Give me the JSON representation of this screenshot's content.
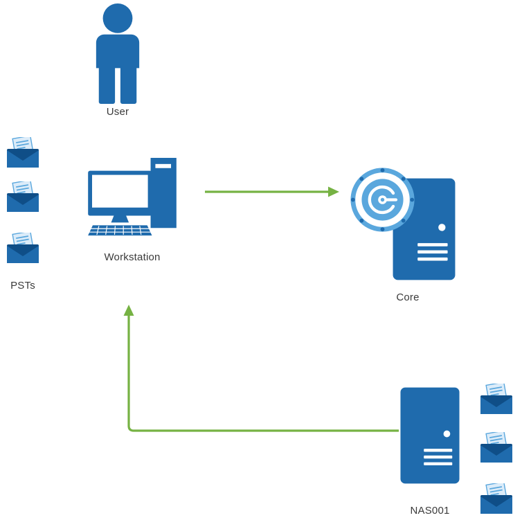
{
  "diagram": {
    "colors": {
      "primary_blue": "#1f6bad",
      "dark_blue": "#0f4e87",
      "light_blue": "#5aa7dd",
      "pale_blue": "#dcecf9",
      "arrow_green": "#76b243"
    },
    "nodes": {
      "user": {
        "label": "User",
        "icon": "person-icon"
      },
      "psts": {
        "label": "PSTs",
        "icon": "open-envelope-icon",
        "envelope_count": 3
      },
      "workstation": {
        "label": "Workstation",
        "icon": "desktop-computer-icon"
      },
      "core": {
        "label": "Core",
        "icon": "server-with-port-emblem-icon"
      },
      "nas001": {
        "label": "NAS001",
        "icon": "server-icon",
        "envelope_count": 3
      }
    },
    "edges": [
      {
        "from": "Workstation",
        "to": "Core"
      },
      {
        "from": "NAS001",
        "to": "Workstation"
      }
    ]
  }
}
